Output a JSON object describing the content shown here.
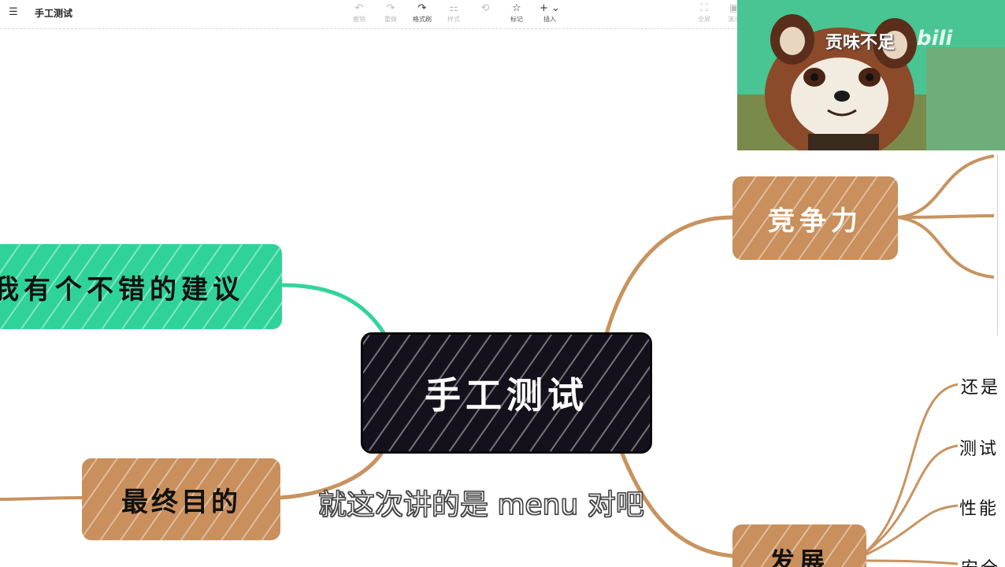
{
  "toolbar": {
    "doc_title": "手工测试",
    "tools": [
      {
        "icon": "undo-icon",
        "glyph": "↶",
        "label": "撤销"
      },
      {
        "icon": "redo-icon",
        "glyph": "↷",
        "label": "重做"
      },
      {
        "icon": "format-painter-icon",
        "glyph": "↷",
        "label": "格式刷"
      },
      {
        "icon": "style-icon",
        "glyph": "⚏",
        "label": "样式"
      },
      {
        "icon": "mark-icon",
        "glyph": "☆",
        "label": "标记"
      },
      {
        "icon": "insert-icon",
        "glyph": "+ ⌄",
        "label": "插入"
      }
    ],
    "right_tools": [
      {
        "icon": "fullscreen-icon",
        "glyph": "⛶",
        "label": "全屏"
      },
      {
        "icon": "present-icon",
        "glyph": "▣",
        "label": "演示"
      }
    ]
  },
  "mindmap": {
    "root": "手工测试",
    "left_top": "我有个不错的建议",
    "left_bottom": "最终目的",
    "right_top": "竞争力",
    "right_bottom": "发展",
    "right_bottom_children": [
      "还是",
      "测试",
      "性能",
      "安全"
    ]
  },
  "subtitle": "就这次讲的是 menu 对吧",
  "camera": {
    "name": "贡味不足",
    "logo": "bili"
  },
  "colors": {
    "root_fill": "#15111c",
    "green_fill": "#2fd39a",
    "brown_fill": "#c98f5c",
    "green_link": "#33d49b",
    "brown_link": "#c8935f"
  }
}
